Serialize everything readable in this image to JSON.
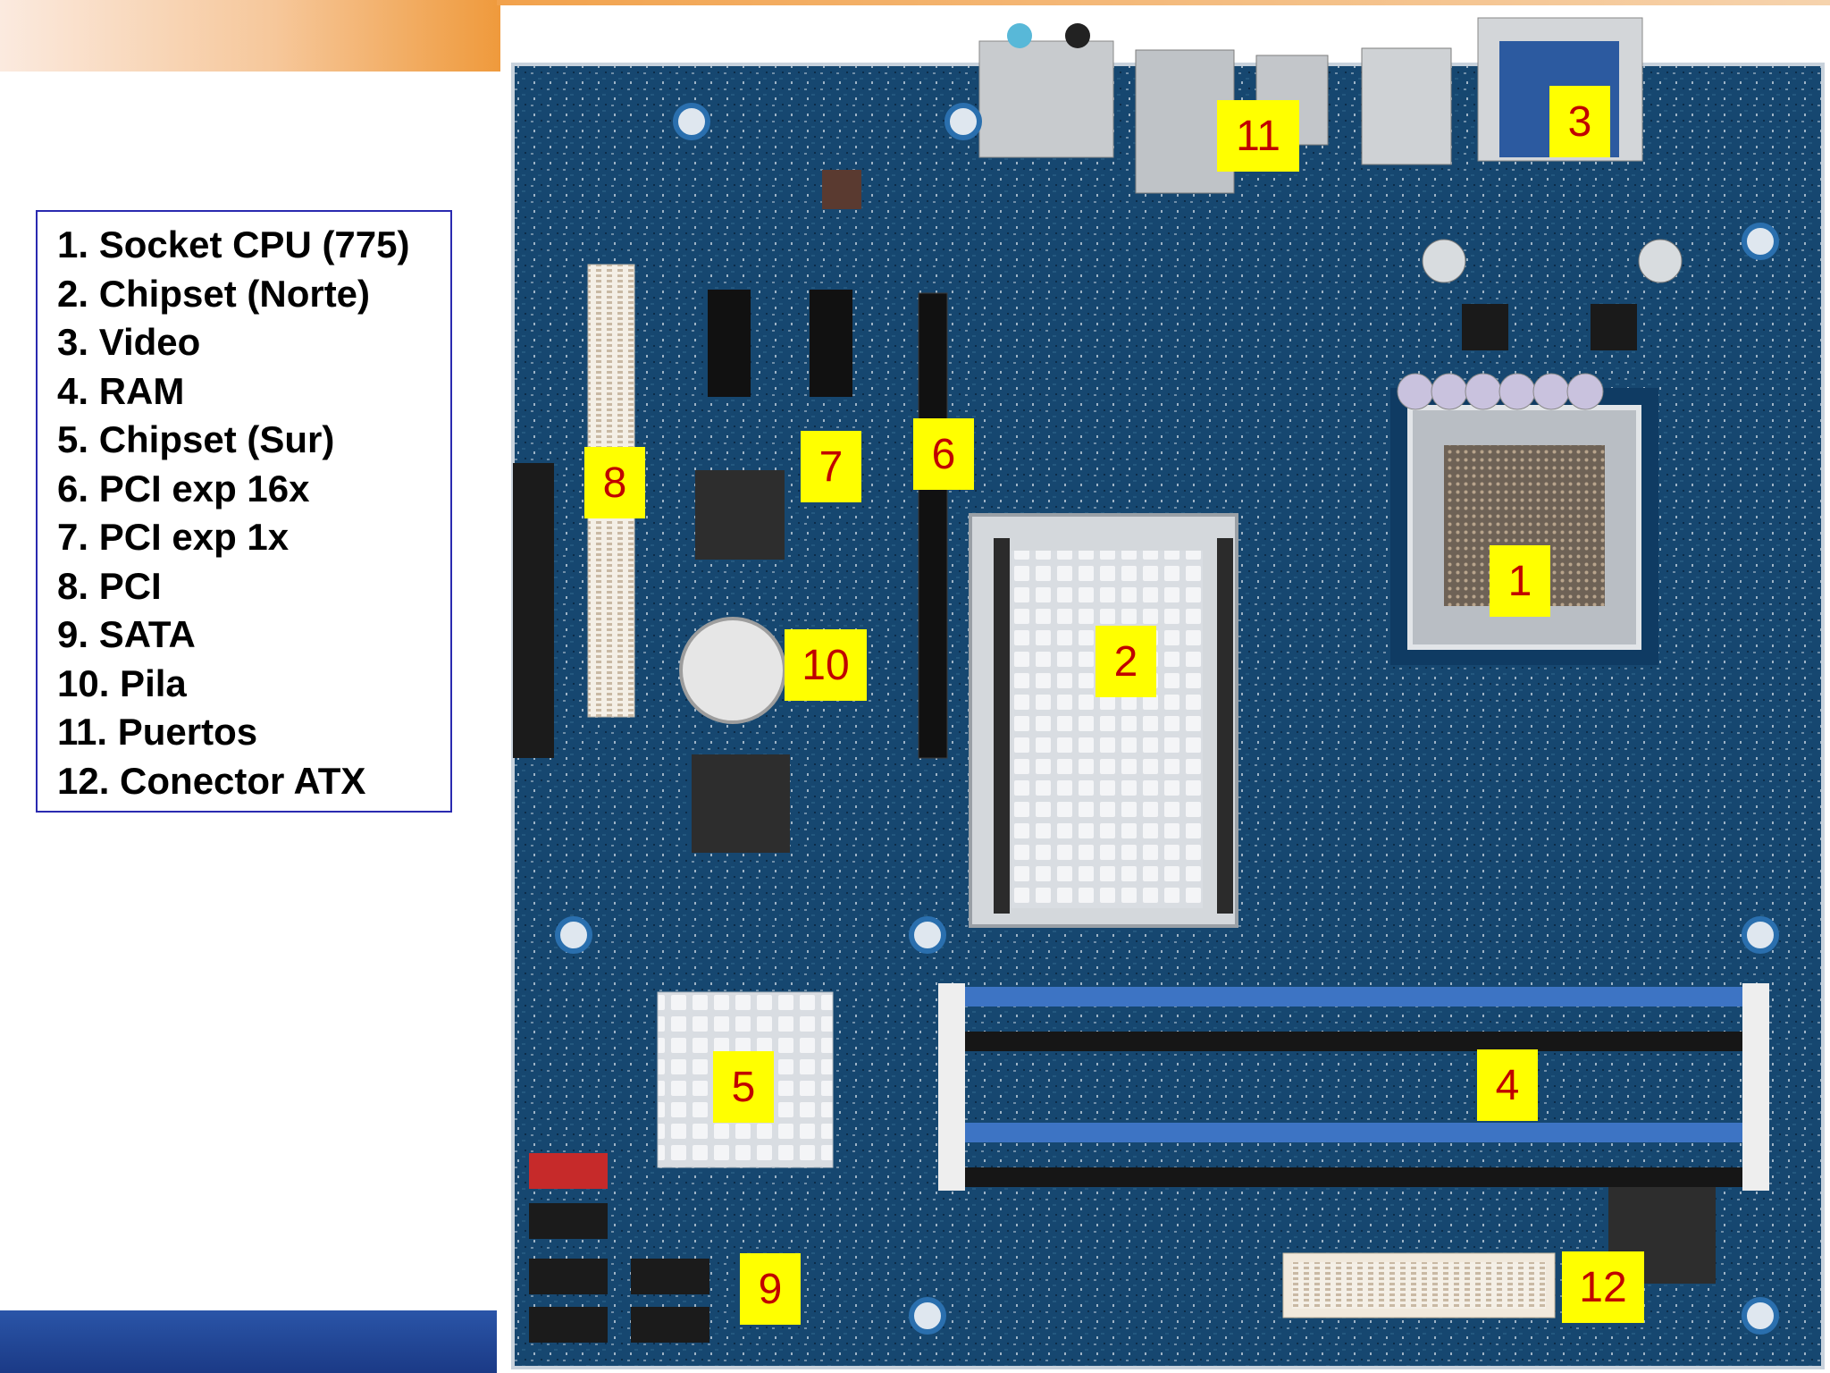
{
  "legend": {
    "items": [
      "1. Socket CPU (775)",
      "2. Chipset (Norte)",
      "3. Video",
      "4. RAM",
      "5. Chipset (Sur)",
      "6. PCI exp 16x",
      "7. PCI exp 1x",
      "8. PCI",
      "9. SATA",
      "10. Pila",
      "11. Puertos",
      "12. Conector ATX"
    ]
  },
  "callouts": [
    "1",
    "2",
    "3",
    "4",
    "5",
    "6",
    "7",
    "8",
    "9",
    "10",
    "11",
    "12"
  ],
  "colors": {
    "board": "#15406b",
    "callout_bg": "#ffff00",
    "callout_text": "#c00000",
    "legend_border": "#2a2ab0",
    "header_accent": "#ef9a3c",
    "footer_blue": "#1b3a86"
  }
}
